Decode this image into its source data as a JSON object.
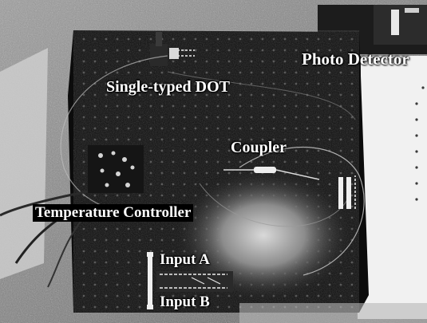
{
  "image": {
    "description_free": true,
    "labels": {
      "photo_detector": "Photo Detector",
      "dot": "Single-typed DOT",
      "coupler": "Coupler",
      "temperature_controller": "Temperature Controller",
      "input_a": "Input A",
      "input_b": "Input B"
    },
    "colors": {
      "label_text": "#ffffff",
      "board": "#0c0c0c",
      "background": "#8a8a8a",
      "panel": "#f2f2f2"
    }
  }
}
